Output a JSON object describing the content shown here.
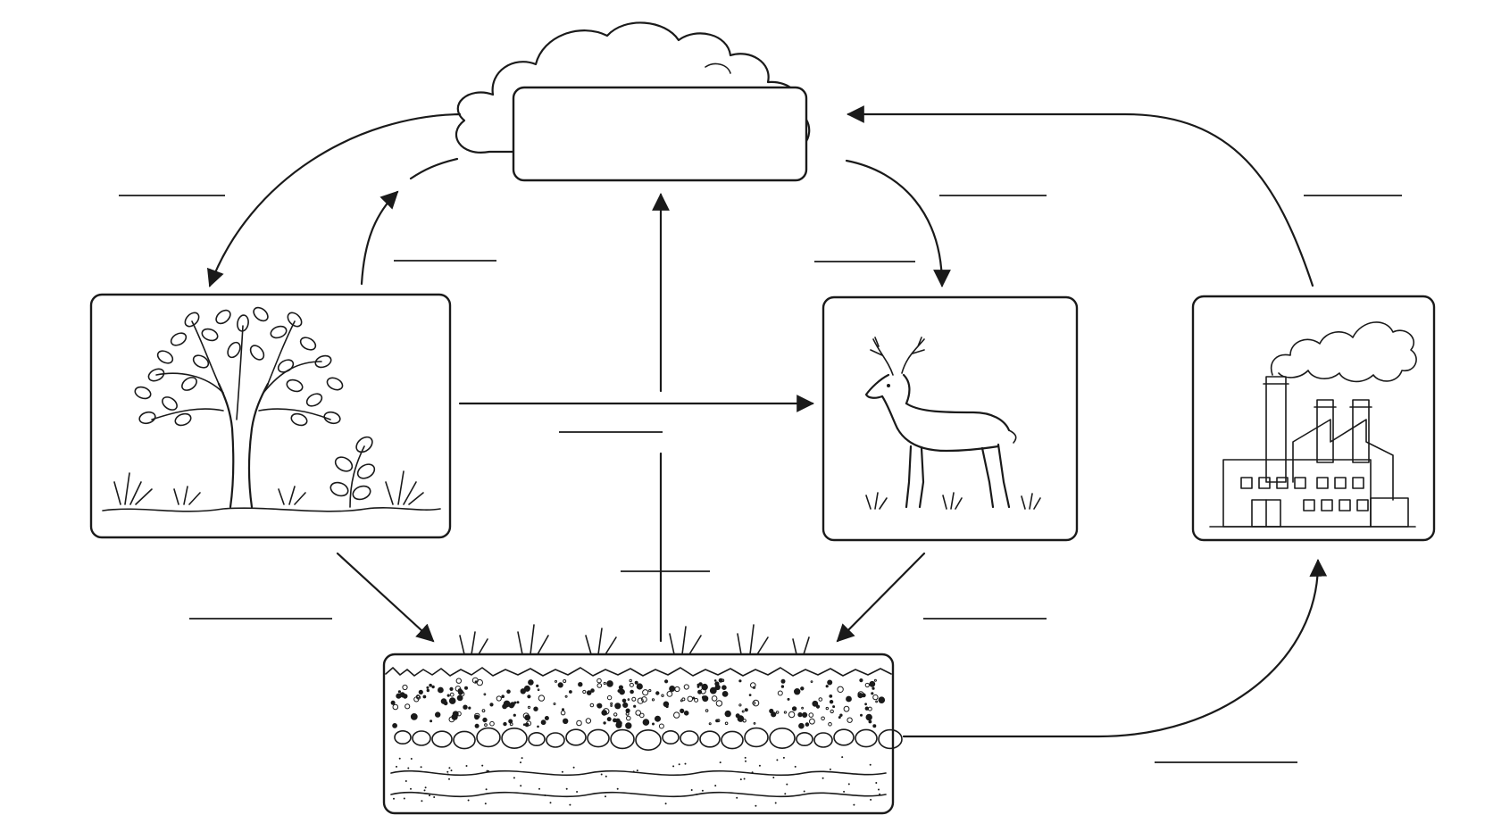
{
  "diagram": {
    "title": "",
    "nodes": [
      {
        "id": "atmosphere",
        "icon": "cloud-icon",
        "label": ""
      },
      {
        "id": "plants",
        "icon": "tree-icon",
        "label": ""
      },
      {
        "id": "animals",
        "icon": "deer-icon",
        "label": ""
      },
      {
        "id": "factory",
        "icon": "factory-icon",
        "label": ""
      },
      {
        "id": "soil",
        "icon": "soil-layers-icon",
        "label": ""
      }
    ],
    "blank_labels": [
      "",
      "",
      "",
      "",
      "",
      "",
      "",
      "",
      "",
      "",
      ""
    ],
    "colors": {
      "stroke": "#1a1a1a",
      "background": "#ffffff"
    }
  }
}
